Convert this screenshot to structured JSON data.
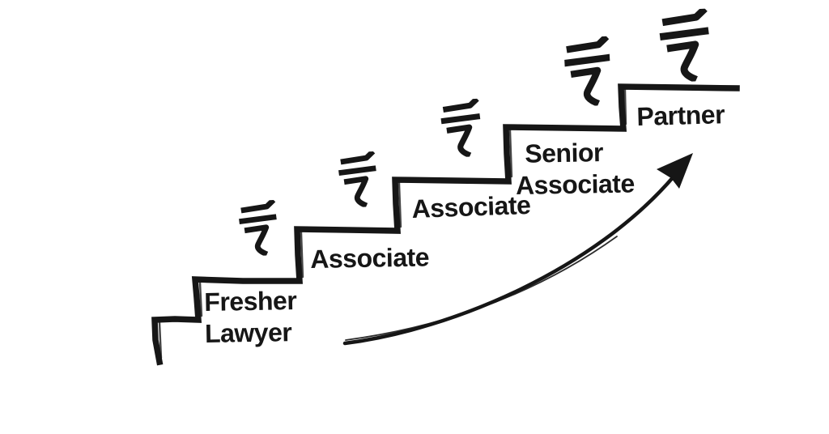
{
  "colors": {
    "ink": "#161616",
    "background": "#ffffff"
  },
  "steps": [
    {
      "label": "Fresher Lawyer",
      "label_lines": [
        "Fresher",
        "Lawyer"
      ],
      "currency_symbol": "₹"
    },
    {
      "label": "Associate",
      "label_lines": [
        "Associate"
      ],
      "currency_symbol": "₹"
    },
    {
      "label": "Associate",
      "label_lines": [
        "Associate"
      ],
      "currency_symbol": "₹"
    },
    {
      "label": "Senior Associate",
      "label_lines": [
        "Senior",
        "Associate"
      ],
      "currency_symbol": "₹"
    },
    {
      "label": "Partner",
      "label_lines": [
        "Partner"
      ],
      "currency_symbol": "₹"
    }
  ],
  "icons": {
    "rupee": "₹",
    "arrow": "curved-up-right-growth-arrow"
  }
}
